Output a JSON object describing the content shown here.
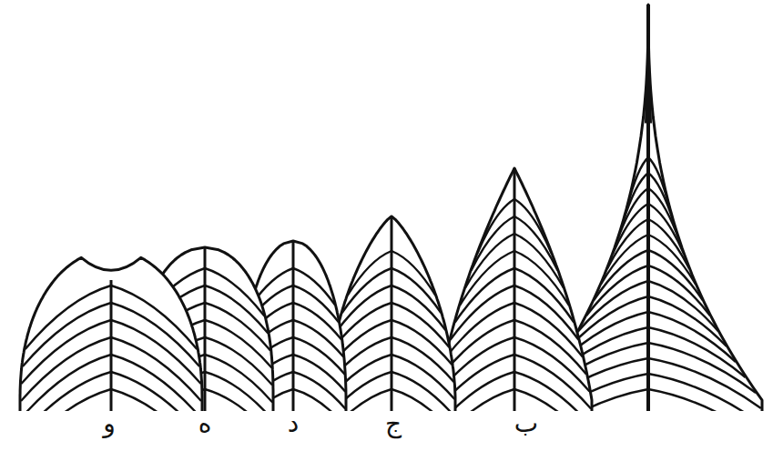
{
  "diagram": {
    "labels": [
      "ب",
      "ج",
      "د",
      "ه",
      "و"
    ]
  }
}
